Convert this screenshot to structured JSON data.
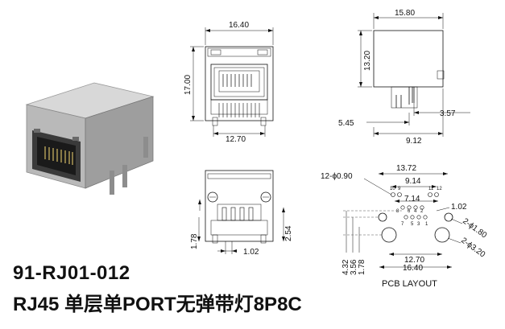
{
  "title": {
    "part_number": "91-RJ01-012",
    "description": "RJ45 单层单PORT无弹带灯8P8C"
  },
  "front_view": {
    "width": "16.40",
    "height": "17.00",
    "pin_span": "12.70"
  },
  "side_view": {
    "depth": "15.80",
    "height": "13.20",
    "offset_left": "5.45",
    "offset_right": "3.57",
    "base_depth": "9.12"
  },
  "bottom_view": {
    "pitch": "1.02",
    "post_height": "1.78",
    "lead_height": "2.54"
  },
  "pcb_layout": {
    "label": "PCB LAYOUT",
    "span_total": "13.72",
    "span_signal": "9.14",
    "span_posts": "7.14",
    "hole_small": "12-ϕ0.90",
    "hole_mid": "2-ϕ1.80",
    "hole_big": "2-ϕ3.20",
    "pitch": "1.02",
    "row_offset_1": "4.32",
    "row_offset_2": "3.56",
    "row_offset_3": "1.78",
    "post_span": "12.70",
    "outer_span": "16.40",
    "pin_numbers_top": [
      "10",
      "9",
      "11",
      "12"
    ],
    "pin_numbers_row1": [
      "8",
      "6",
      "4",
      "2"
    ],
    "pin_numbers_row2": [
      "7",
      "5",
      "3",
      "1"
    ]
  }
}
